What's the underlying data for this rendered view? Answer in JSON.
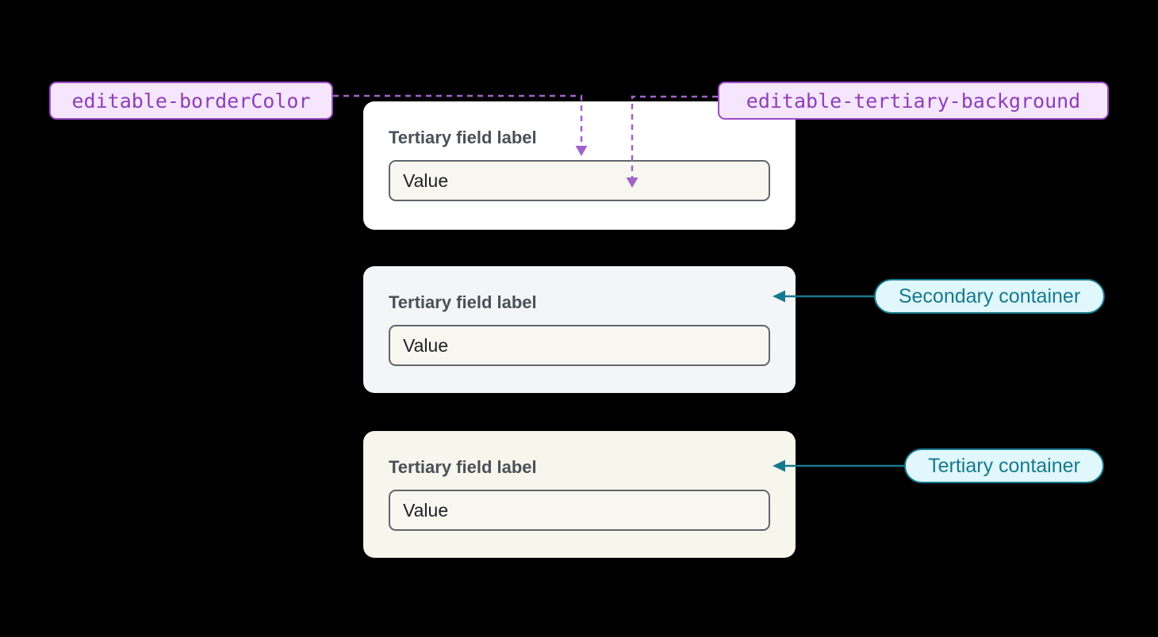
{
  "diagram": {
    "token_labels": [
      {
        "text": "editable-borderColor"
      },
      {
        "text": "editable-tertiary-background"
      }
    ],
    "container_labels": [
      {
        "text": "Secondary container"
      },
      {
        "text": "Tertiary container"
      }
    ],
    "cards": [
      {
        "field_label": "Tertiary field label",
        "field_value": "Value"
      },
      {
        "field_label": "Tertiary field label",
        "field_value": "Value"
      },
      {
        "field_label": "Tertiary field label",
        "field_value": "Value"
      }
    ],
    "colors": {
      "accent-purple": "#9b4dc8",
      "purple-text": "#8e3fb8",
      "purple-fill": "#f5e6fd",
      "purple-arrow": "#a263c9",
      "accent-teal": "#17798d",
      "teal-fill": "#e0f7fb",
      "card-default-bg": "#ffffff",
      "card-secondary-bg": "#f4f5f7",
      "card-tertiary-bg": "#f7f6ec",
      "input-bg": "#f8f7ef",
      "input-border": "#60656d",
      "label-text": "#4b5058",
      "value-text": "#1d2025",
      "page-bg": "#000000"
    }
  }
}
